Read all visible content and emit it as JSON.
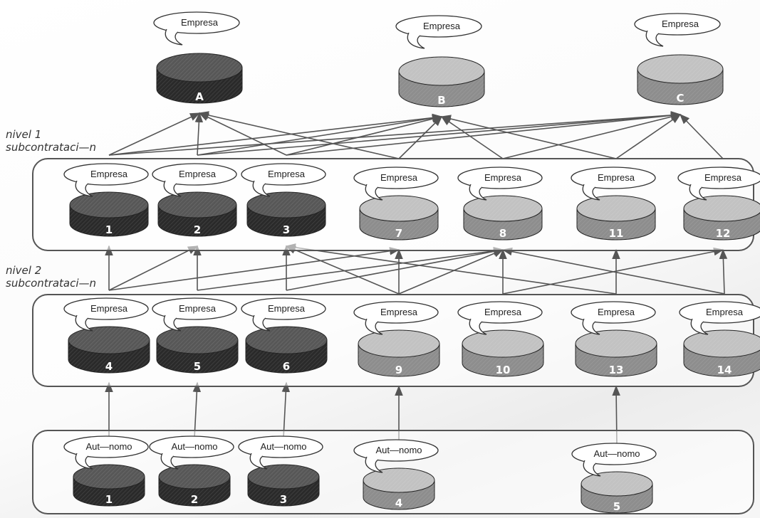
{
  "diagram": {
    "level_labels": [
      {
        "id": "nivel1",
        "line1": "nivel 1",
        "line2": "subcontrataci—n"
      },
      {
        "id": "nivel2",
        "line1": "nivel 2",
        "line2": "subcontrataci—n"
      }
    ],
    "colors": {
      "dark": "#3d3d3d",
      "light": "#a8a8a8",
      "arrow": "#555555",
      "band_border": "#555555"
    },
    "nodes": [
      {
        "id": "A",
        "bubble": "Empresa",
        "label": "A",
        "shade": "dark",
        "level": "top"
      },
      {
        "id": "B",
        "bubble": "Empresa",
        "label": "B",
        "shade": "light",
        "level": "top"
      },
      {
        "id": "C",
        "bubble": "Empresa",
        "label": "C",
        "shade": "light",
        "level": "top"
      },
      {
        "id": "e1",
        "bubble": "Empresa",
        "label": "1",
        "shade": "dark",
        "level": "nivel1"
      },
      {
        "id": "e2",
        "bubble": "Empresa",
        "label": "2",
        "shade": "dark",
        "level": "nivel1"
      },
      {
        "id": "e3",
        "bubble": "Empresa",
        "label": "3",
        "shade": "dark",
        "level": "nivel1"
      },
      {
        "id": "e7",
        "bubble": "Empresa",
        "label": "7",
        "shade": "light",
        "level": "nivel1"
      },
      {
        "id": "e8",
        "bubble": "Empresa",
        "label": "8",
        "shade": "light",
        "level": "nivel1"
      },
      {
        "id": "e11",
        "bubble": "Empresa",
        "label": "11",
        "shade": "light",
        "level": "nivel1"
      },
      {
        "id": "e12",
        "bubble": "Empresa",
        "label": "12",
        "shade": "light",
        "level": "nivel1"
      },
      {
        "id": "e4",
        "bubble": "Empresa",
        "label": "4",
        "shade": "dark",
        "level": "nivel2"
      },
      {
        "id": "e5",
        "bubble": "Empresa",
        "label": "5",
        "shade": "dark",
        "level": "nivel2"
      },
      {
        "id": "e6",
        "bubble": "Empresa",
        "label": "6",
        "shade": "dark",
        "level": "nivel2"
      },
      {
        "id": "e9",
        "bubble": "Empresa",
        "label": "9",
        "shade": "light",
        "level": "nivel2"
      },
      {
        "id": "e10",
        "bubble": "Empresa",
        "label": "10",
        "shade": "light",
        "level": "nivel2"
      },
      {
        "id": "e13",
        "bubble": "Empresa",
        "label": "13",
        "shade": "light",
        "level": "nivel2"
      },
      {
        "id": "e14",
        "bubble": "Empresa",
        "label": "14",
        "shade": "light",
        "level": "nivel2"
      },
      {
        "id": "a1",
        "bubble": "Aut—nomo",
        "label": "1",
        "shade": "dark",
        "level": "autonomos"
      },
      {
        "id": "a2",
        "bubble": "Aut—nomo",
        "label": "2",
        "shade": "dark",
        "level": "autonomos"
      },
      {
        "id": "a3",
        "bubble": "Aut—nomo",
        "label": "3",
        "shade": "dark",
        "level": "autonomos"
      },
      {
        "id": "a4",
        "bubble": "Aut—nomo",
        "label": "4",
        "shade": "light",
        "level": "autonomos"
      },
      {
        "id": "a5",
        "bubble": "Aut—nomo",
        "label": "5",
        "shade": "light",
        "level": "autonomos"
      }
    ],
    "edges": [
      [
        "e1",
        "A"
      ],
      [
        "e1",
        "B"
      ],
      [
        "e1",
        "C"
      ],
      [
        "e2",
        "A"
      ],
      [
        "e2",
        "B"
      ],
      [
        "e2",
        "C"
      ],
      [
        "e3",
        "A"
      ],
      [
        "e3",
        "B"
      ],
      [
        "e3",
        "C"
      ],
      [
        "e7",
        "A"
      ],
      [
        "e7",
        "B"
      ],
      [
        "e8",
        "B"
      ],
      [
        "e8",
        "C"
      ],
      [
        "e11",
        "B"
      ],
      [
        "e11",
        "C"
      ],
      [
        "e12",
        "C"
      ],
      [
        "e4",
        "e1"
      ],
      [
        "e4",
        "e2"
      ],
      [
        "e4",
        "e7"
      ],
      [
        "e5",
        "e2"
      ],
      [
        "e5",
        "e8"
      ],
      [
        "e6",
        "e3"
      ],
      [
        "e6",
        "e8"
      ],
      [
        "e9",
        "e3"
      ],
      [
        "e9",
        "e7"
      ],
      [
        "e9",
        "e8"
      ],
      [
        "e10",
        "e8"
      ],
      [
        "e10",
        "e12"
      ],
      [
        "e13",
        "e3"
      ],
      [
        "e13",
        "e11"
      ],
      [
        "e14",
        "e8"
      ],
      [
        "e14",
        "e12"
      ],
      [
        "a1",
        "e4"
      ],
      [
        "a2",
        "e5"
      ],
      [
        "a3",
        "e6"
      ],
      [
        "a4",
        "e9"
      ],
      [
        "a5",
        "e13"
      ]
    ]
  }
}
